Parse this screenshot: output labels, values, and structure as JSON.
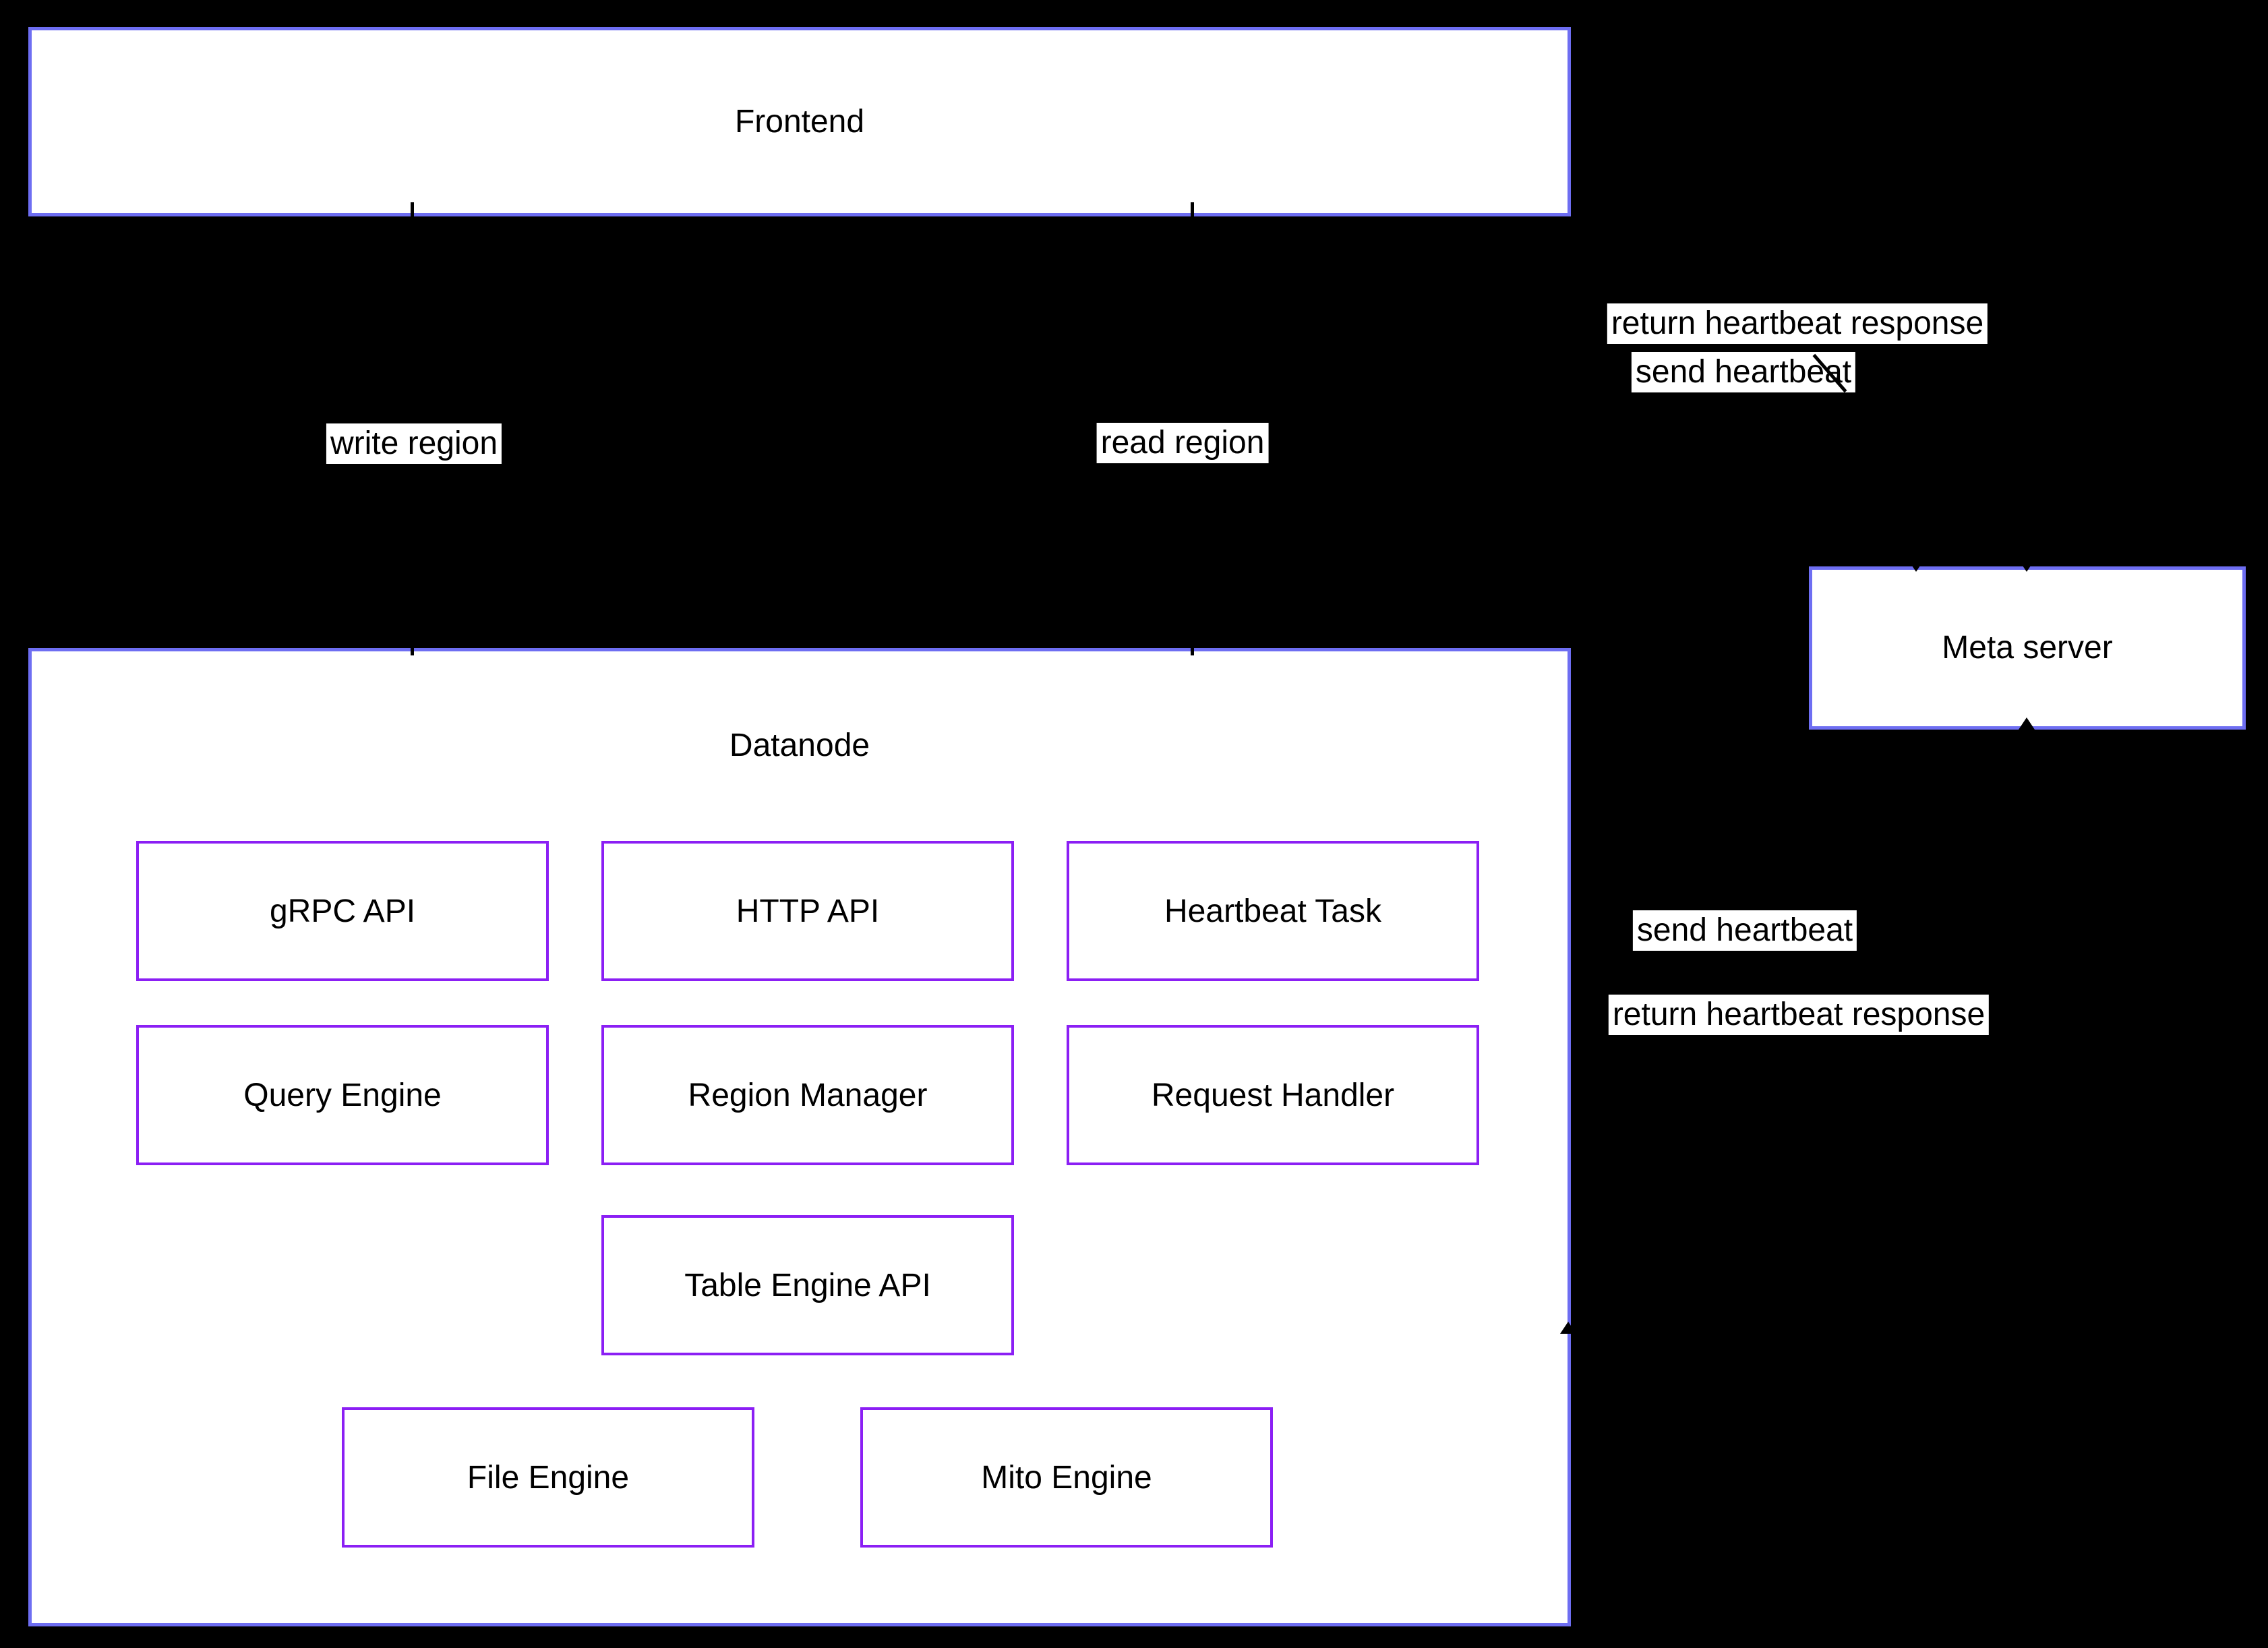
{
  "diagram": {
    "colors": {
      "background": "#000000",
      "cluster_border": "#6e6ef2",
      "node_border": "#8b1ff4",
      "node_fill": "#ffffff",
      "edge_label_bg": "#ffffff",
      "text": "#000000"
    },
    "clusters": {
      "frontend": {
        "label": "Frontend"
      },
      "datanode": {
        "label": "Datanode"
      },
      "meta_server": {
        "label": "Meta server"
      }
    },
    "nodes": {
      "grpc_api": {
        "label": "gRPC API"
      },
      "http_api": {
        "label": "HTTP API"
      },
      "heartbeat_task": {
        "label": "Heartbeat Task"
      },
      "query_engine": {
        "label": "Query Engine"
      },
      "region_manager": {
        "label": "Region Manager"
      },
      "request_handler": {
        "label": "Request Handler"
      },
      "table_engine_api": {
        "label": "Table Engine API"
      },
      "file_engine": {
        "label": "File Engine"
      },
      "mito_engine": {
        "label": "Mito Engine"
      }
    },
    "edge_labels": {
      "write_region": "write region",
      "read_region": "read region",
      "return_heartbeat_top": "return heartbeat response",
      "send_heartbeat_top": "send heartbeat",
      "send_heartbeat_right": "send heartbeat",
      "return_heartbeat_right": "return heartbeat response"
    }
  }
}
